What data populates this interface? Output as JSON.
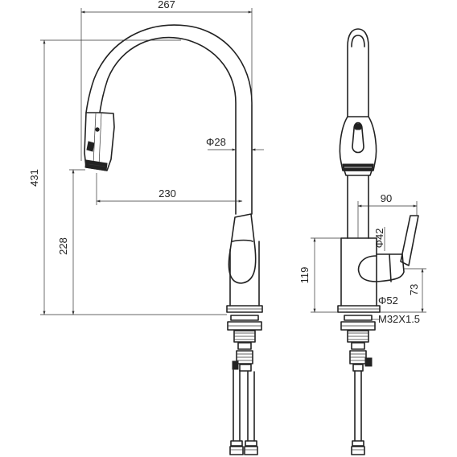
{
  "drawing": {
    "front_view": {
      "dim_overall_width": "267",
      "dim_overall_height": "431",
      "dim_spout_tube_diameter": "Φ28",
      "dim_spout_reach": "230",
      "dim_spout_clearance": "228"
    },
    "side_view": {
      "dim_handle_reach": "90",
      "dim_body_diameter": "Φ42",
      "dim_body_height": "119",
      "dim_handle_height": "73",
      "dim_base_diameter": "Φ52",
      "dim_mount_thread": "M32X1.5"
    }
  }
}
